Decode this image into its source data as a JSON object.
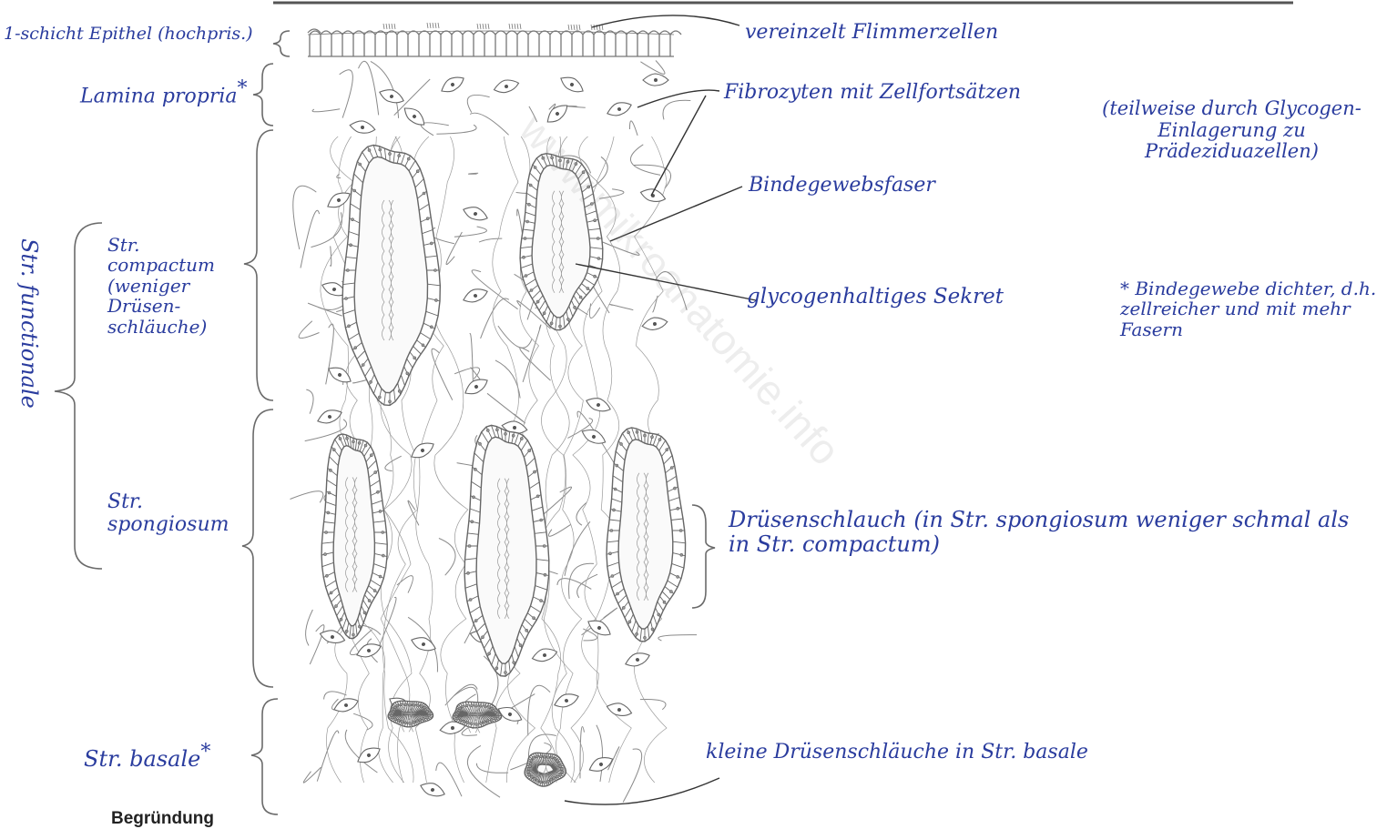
{
  "labels": {
    "epithel": "1-schicht Epithel (hochpris.)",
    "lamina_propria": "Lamina propria",
    "lamina_star": "*",
    "str_compactum": "Str. compactum (weniger Drüsen-schläuche)",
    "str_spongiosum": "Str. spongiosum",
    "str_functionale": "Str. functionale",
    "str_basale": "Str. basale",
    "basale_star": "*",
    "flimmer": "vereinzelt Flimmerzellen",
    "fibrozyten": "Fibrozyten mit Zellfortsätzen",
    "praedezidua": "(teilweise durch Glycogen-Einlagerung zu Prädeziduazellen)",
    "bindegewebsfasern": "Bindegewebsfaser",
    "sekret": "glycogenhaltiges Sekret",
    "footnote": "* Bindegewebe dichter, d.h. zellreicher und mit mehr Fasern",
    "druesenschlauch": "Drüsenschlauch (in Str. spongiosum weniger schmal als in Str. compactum)",
    "kleine": "kleine Drüsenschläuche in Str. basale",
    "begruendung": "Begründung",
    "watermark": "www.mikroanatomie.info"
  },
  "colors": {
    "ink": "#2a3c9e",
    "pencil": "#6a6a6a",
    "paper": "#ffffff"
  }
}
